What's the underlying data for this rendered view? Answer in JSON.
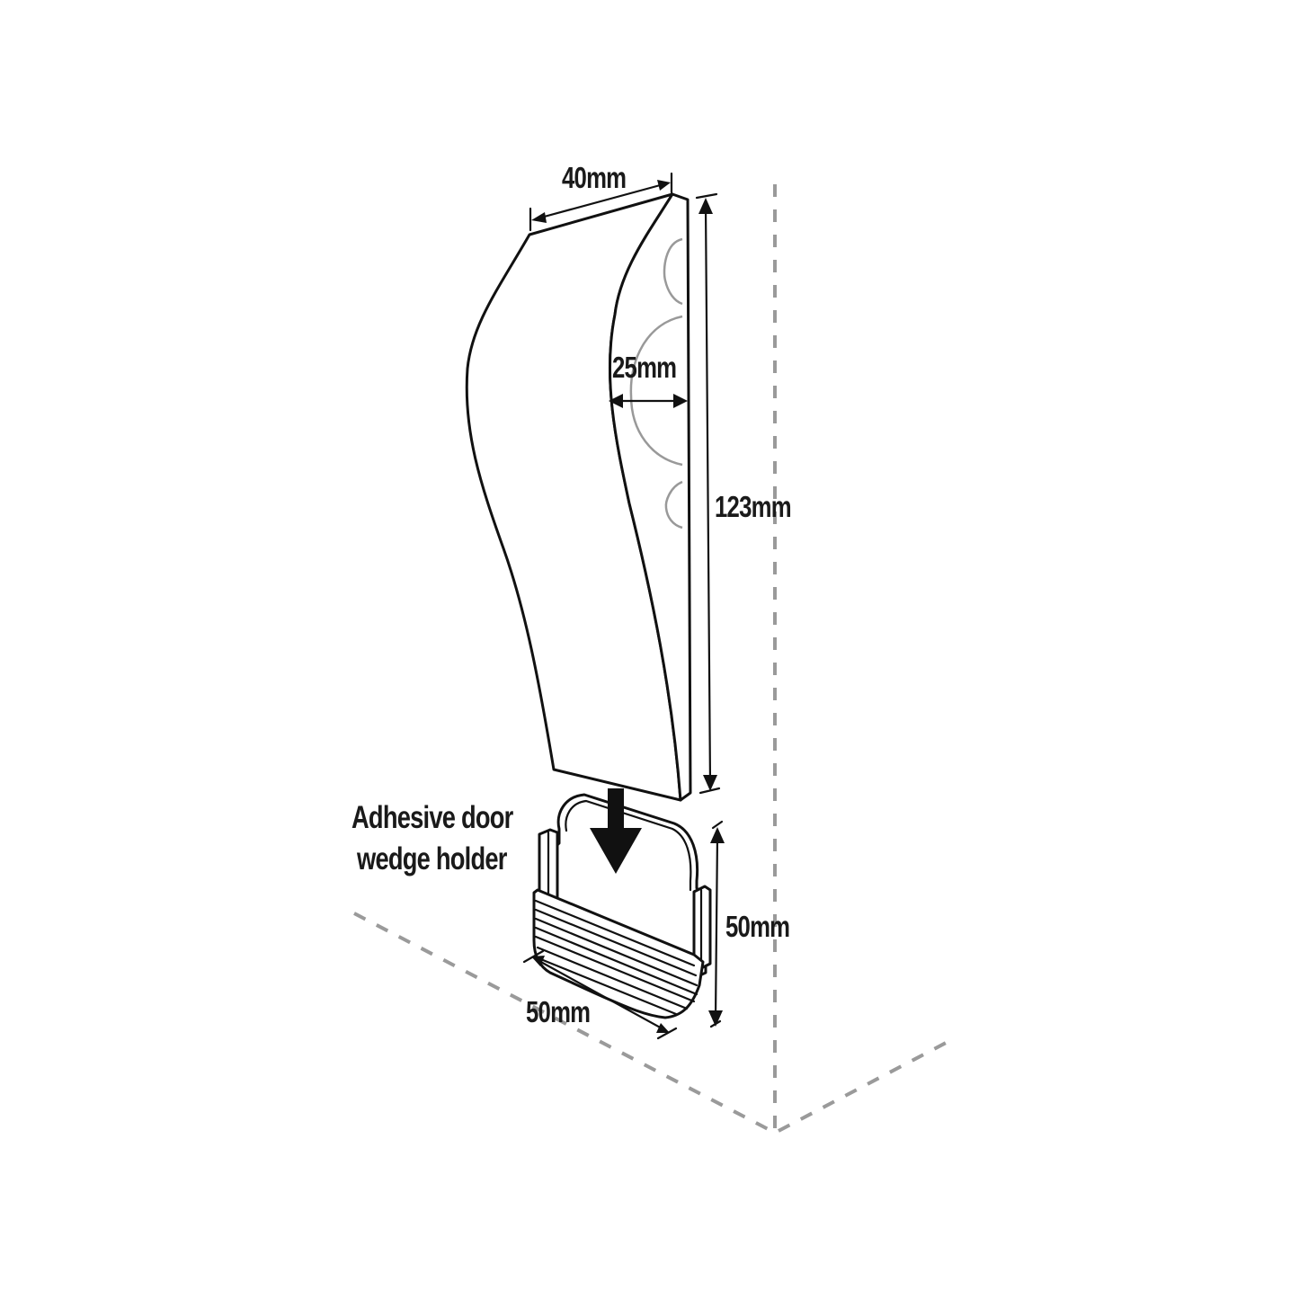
{
  "diagram": {
    "type": "product dimension drawing",
    "subject": "door wedge with adhesive holder",
    "colors": {
      "line": "#111111",
      "guide_dashes": "#9a9a9a",
      "grip_detail": "#999999",
      "background": "#ffffff"
    },
    "dimensions": {
      "wedge_width": "40mm",
      "wedge_thickness": "25mm",
      "wedge_height": "123mm",
      "holder_height": "50mm",
      "holder_width": "50mm"
    },
    "caption": {
      "line1": "Adhesive door",
      "line2": "wedge holder"
    },
    "arrow": {
      "direction": "down",
      "meaning": "insert wedge into holder"
    }
  }
}
